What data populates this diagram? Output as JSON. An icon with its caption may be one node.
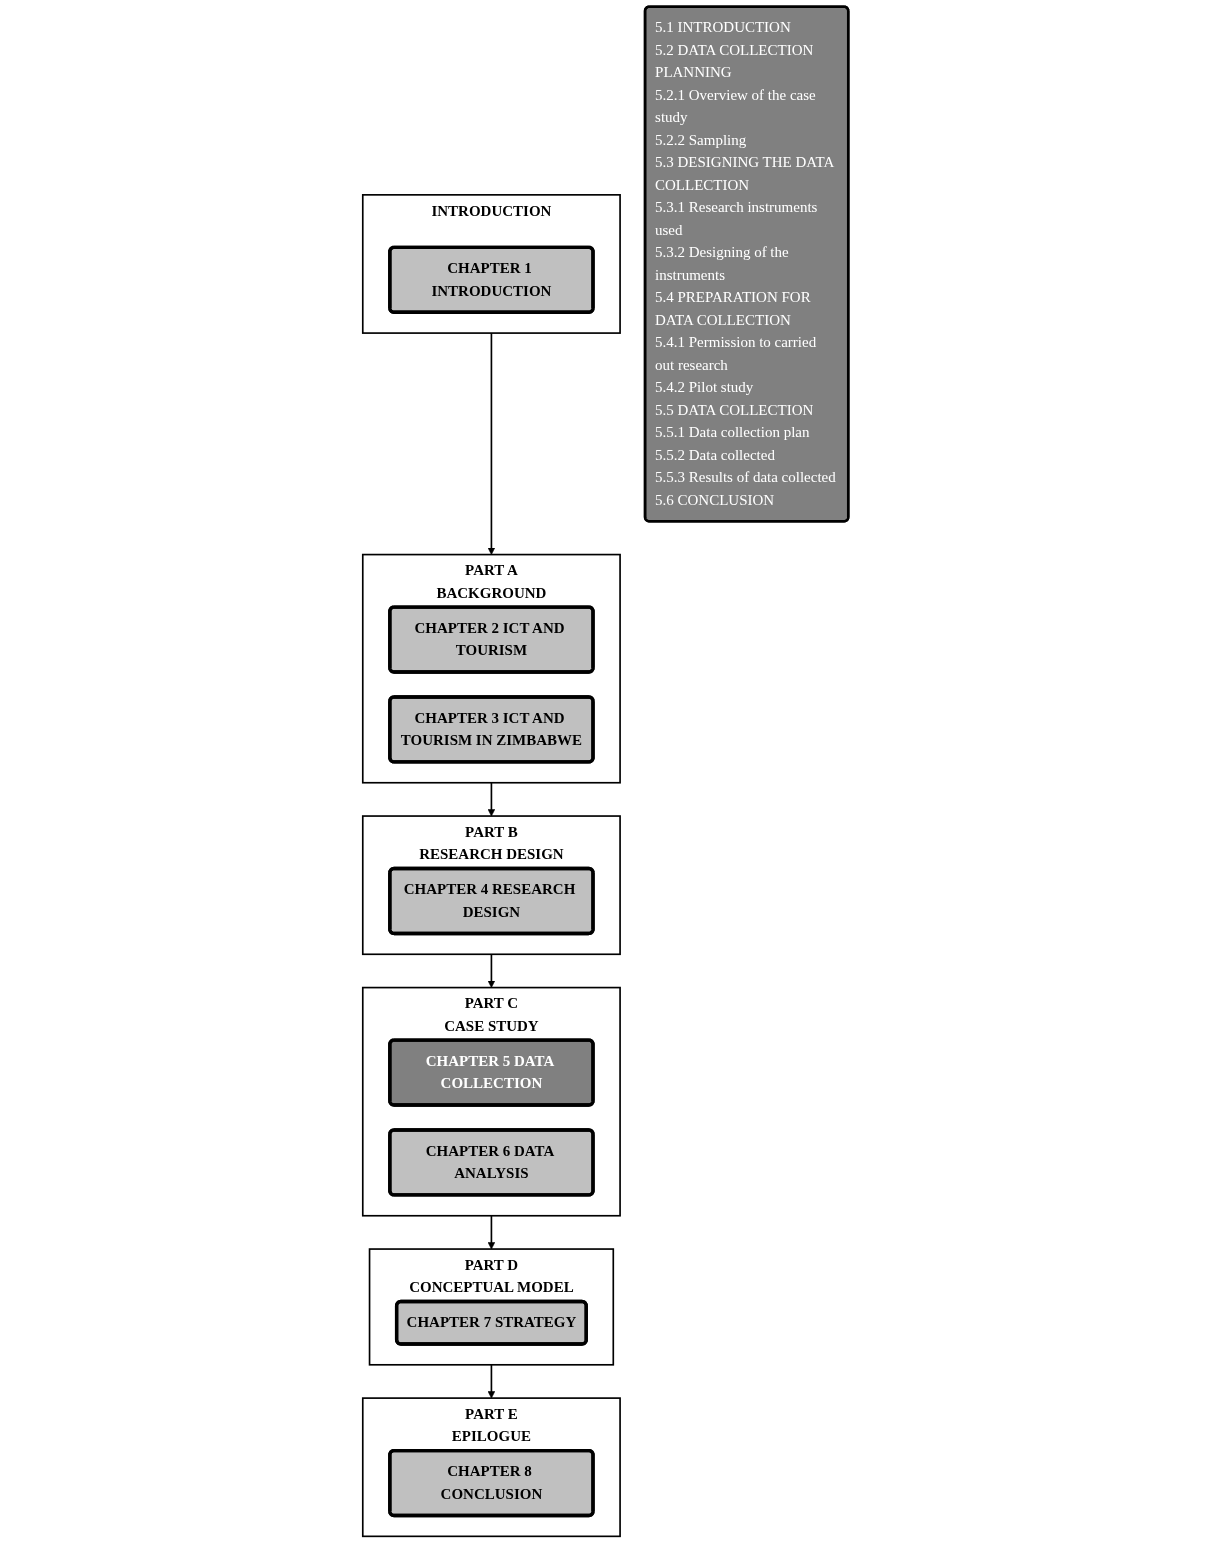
{
  "diagram": {
    "nodes": [
      {
        "text": [
          "INTRODUCTION"
        ]
      },
      {
        "text": [
          "CHAPTER 1 INTRODUCTION"
        ],
        "in": 0
      },
      {
        "text": [
          "PART A",
          "BACKGROUND"
        ]
      },
      {
        "text": [
          "CHAPTER 2 ICT AND TOURISM"
        ],
        "in": 2
      },
      {
        "text": [
          "CHAPTER 3 ICT AND TOURISM IN ZIMBABWE"
        ],
        "in": 2
      },
      {
        "text": [
          "PART B",
          "RESEARCH DESIGN"
        ]
      },
      {
        "text": [
          "CHAPTER 4 RESEARCH DESIGN"
        ],
        "in": 5
      },
      {
        "text": [
          "PART C",
          "CASE STUDY"
        ]
      },
      {
        "text": [
          "CHAPTER 5 DATA COLLECTION"
        ],
        "in": 7
      },
      {
        "text": [
          "CHAPTER 6 DATA ANALYSIS"
        ],
        "in": 7
      },
      {
        "text": [
          "PART D",
          "CONCEPTUAL MODEL"
        ]
      },
      {
        "text": [
          "CHAPTER 7 STRATEGY"
        ],
        "in": 10
      },
      {
        "text": [
          "PART E",
          "EPILOGUE"
        ]
      },
      {
        "text": [
          "CHAPTER 8 CONCLUSION"
        ],
        "in": 12
      },
      {
        "text": [
          "5.1 INTRODUCTION",
          "5.2 DATA COLLECTION PLANNING",
          "5.2.1 Overview of the case study",
          "5.2.2 Sampling",
          "5.3 DESIGNING THE DATA COLLECTION",
          "5.3.1 Research instruments used",
          "5.3.2 Designing of the instruments",
          "5.4 PREPARATION FOR DATA COLLECTION",
          "5.4.1 Permission to carried out research",
          "5.4.2 Pilot study",
          "5.5 DATA COLLECTION",
          "5.5.1 Data collection plan",
          "5.5.2 Data collected",
          "5.5.3 Results of data collected",
          "5.6 CONCLUSION"
        ]
      }
    ],
    "edges": [
      {
        "from": 0,
        "to": 2,
        "arrow": "to"
      },
      {
        "from": 2,
        "to": 5,
        "arrow": "to"
      },
      {
        "from": 5,
        "to": 7,
        "arrow": "to"
      },
      {
        "from": 7,
        "to": 10,
        "arrow": "to"
      },
      {
        "from": 10,
        "to": 12,
        "arrow": "to"
      }
    ]
  }
}
